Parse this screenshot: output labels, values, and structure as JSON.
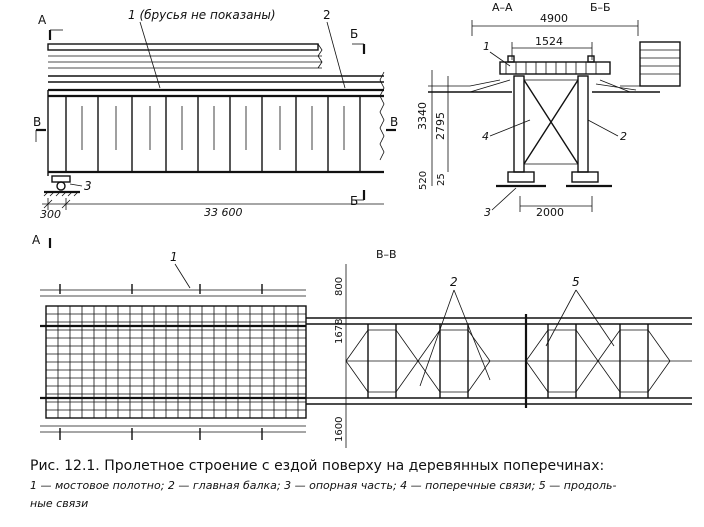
{
  "labels": {
    "one_bars_note": "1 (брусья не показаны)",
    "two": "2",
    "three": "3",
    "four": "4",
    "one": "1",
    "five": "5",
    "letter_a": "А",
    "letter_b": "Б",
    "letter_v": "В",
    "section_aa": "А–А",
    "section_bb": "Б–Б",
    "section_vv": "В–В"
  },
  "dims": {
    "d300": "300",
    "d33600": "33 600",
    "d4900": "4900",
    "d1524": "1524",
    "d3340": "3340",
    "d2795": "2795",
    "d520": "520",
    "d25": "25",
    "d2000": "2000",
    "d800": "800",
    "d1678": "1678",
    "d1600": "1600"
  },
  "caption": {
    "title": "Рис. 12.1. Пролетное строение с ездой поверху на деревянных поперечинах:",
    "legend_line1": "1 — мостовое полотно; 2 — главная балка; 3 — опорная часть; 4 — поперечные связи; 5 — продоль-",
    "legend_line2": "ные связи"
  }
}
